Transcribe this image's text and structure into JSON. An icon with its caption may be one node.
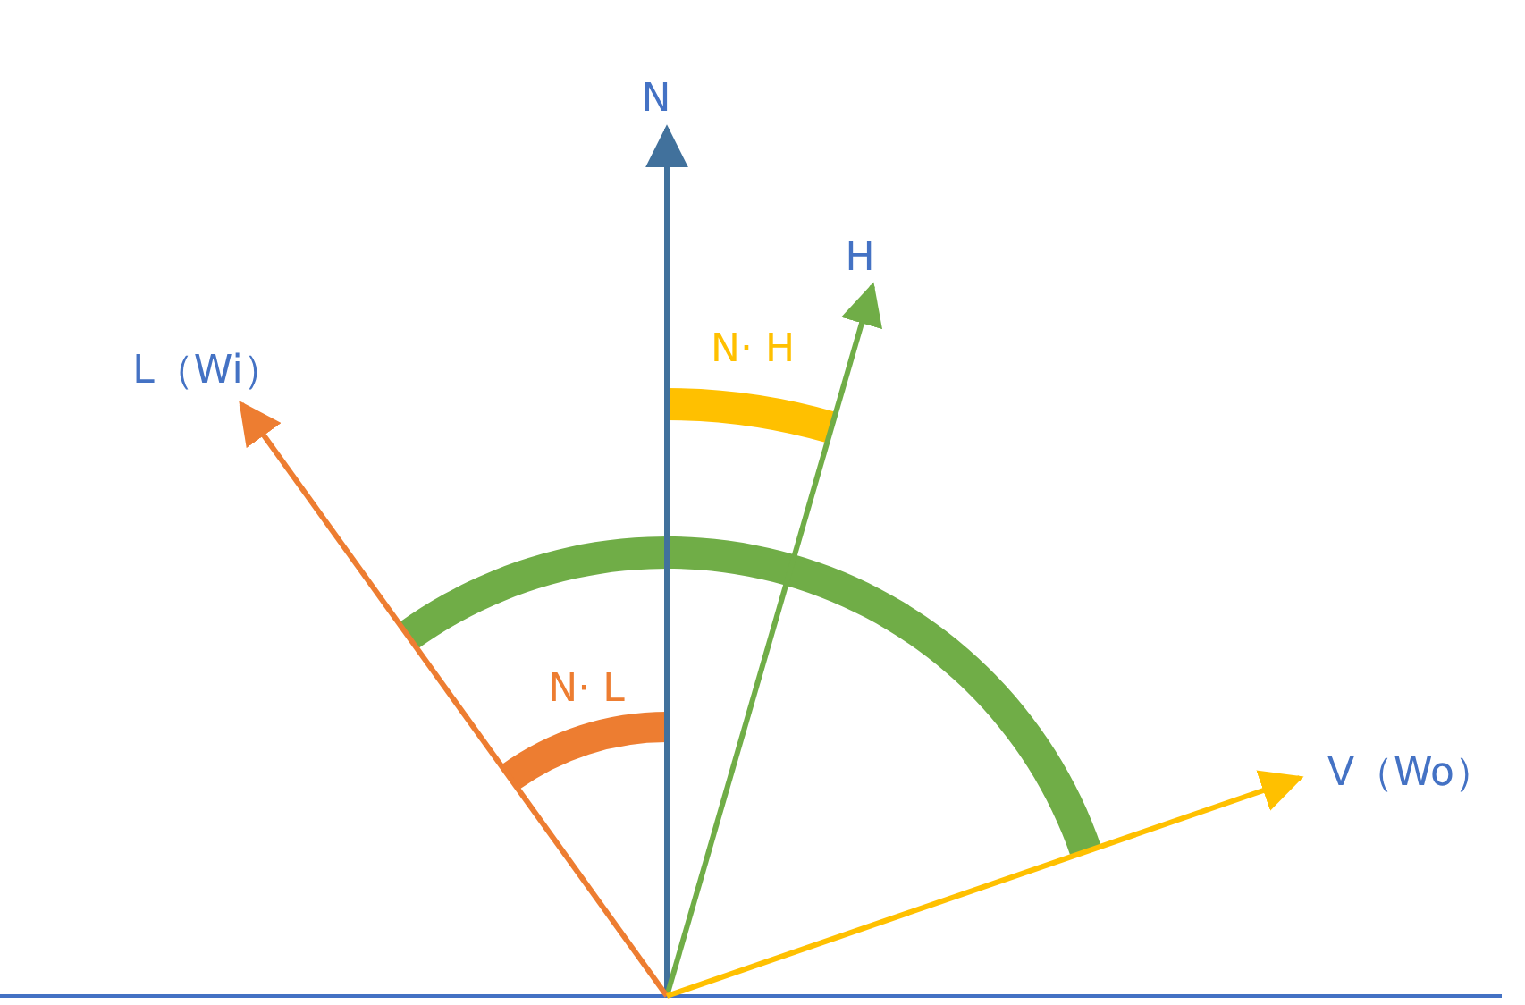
{
  "diagram": {
    "nodes": [
      {
        "text": [
          "N"
        ]
      },
      {
        "text": [
          "H"
        ]
      },
      {
        "text": [
          "L（Wi）"
        ]
      },
      {
        "text": [
          "V（Wo）"
        ]
      }
    ],
    "edges": [
      {
        "from": null,
        "to": 0,
        "arrow": "to",
        "color": "#41719c"
      },
      {
        "from": null,
        "to": 1,
        "arrow": "to",
        "color": "#70ad47"
      },
      {
        "from": null,
        "to": 2,
        "arrow": "to",
        "color": "#ed7d31"
      },
      {
        "from": null,
        "to": 3,
        "arrow": "to",
        "color": "#ffc000"
      }
    ],
    "labels": [
      "N· H",
      "N· L"
    ]
  }
}
